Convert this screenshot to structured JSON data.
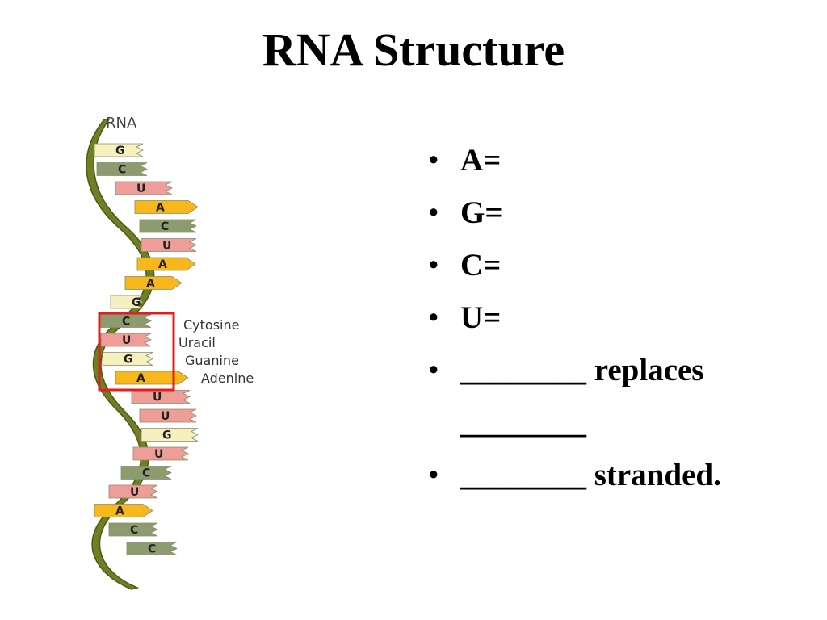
{
  "slide": {
    "title": "RNA Structure"
  },
  "figure": {
    "strand_label": "RNA",
    "legend": [
      "Cytosine",
      "Uracil",
      "Guanine",
      "Adenine"
    ],
    "bases": [
      "G",
      "C",
      "U",
      "A",
      "C",
      "U",
      "A",
      "A",
      "G",
      "C",
      "U",
      "G",
      "A",
      "U",
      "U",
      "G",
      "U",
      "C",
      "U",
      "A",
      "C",
      "C"
    ],
    "colors": {
      "G": "#f6efbf",
      "C": "#8c9c70",
      "U": "#ee9d98",
      "A": "#f8b71a",
      "backbone": "#6e7f24",
      "backbone_dark": "#4d5a17",
      "highlight": "#e0201b"
    }
  },
  "bullets": {
    "marker": "•",
    "items": [
      "A=",
      "G=",
      "C=",
      "U=",
      "________ replaces ________",
      "________ stranded."
    ]
  }
}
